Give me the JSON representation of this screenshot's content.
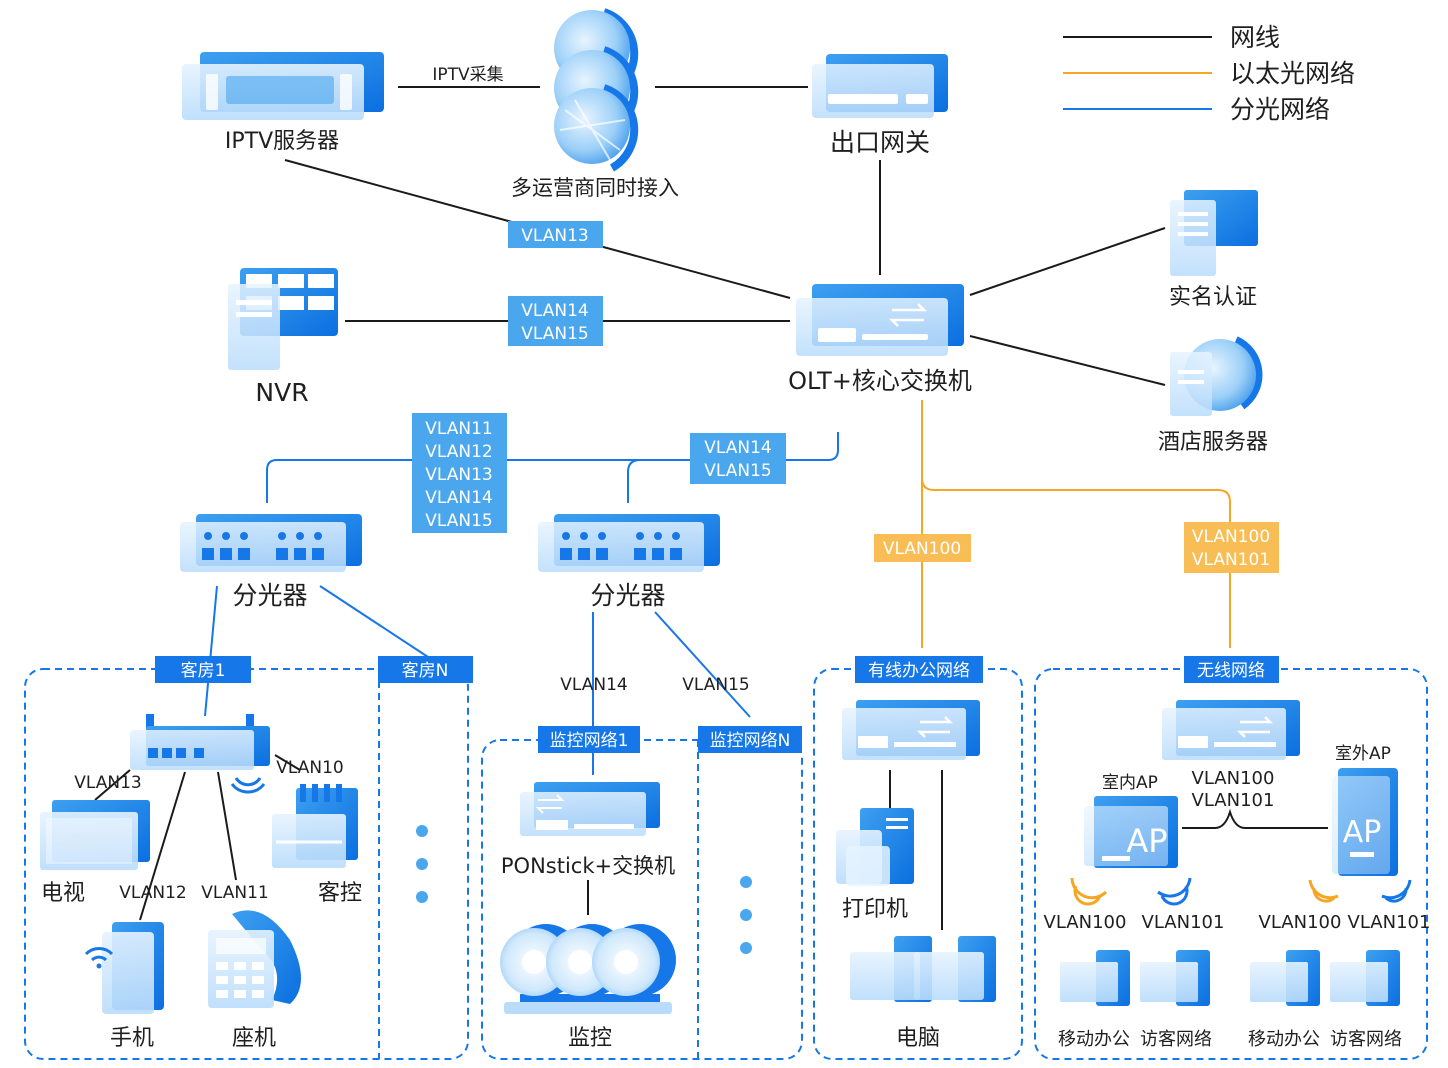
{
  "legend": {
    "items": [
      {
        "label": "网线",
        "color": "#1a1a1a"
      },
      {
        "label": "以太光网络",
        "color": "#f5a623"
      },
      {
        "label": "分光网络",
        "color": "#1677e8"
      }
    ]
  },
  "colors": {
    "blue": "#1677e8",
    "light_blue": "#4aa7ee",
    "orange": "#f5a623",
    "black": "#1a1a1a"
  },
  "nodes": {
    "iptv_server": "IPTV服务器",
    "iptv_collect": "IPTV采集",
    "isp": "多运营商同时接入",
    "gateway": "出口网关",
    "nvr": "NVR",
    "core": "OLT+核心交换机",
    "realname": "实名认证",
    "hotel_server": "酒店服务器",
    "splitter1": "分光器",
    "splitter2": "分光器",
    "tv": "电视",
    "room_ctrl": "客控",
    "phone": "手机",
    "landline": "座机",
    "ponstick": "PONstick+交换机",
    "camera": "监控",
    "printer": "打印机",
    "pc": "电脑",
    "ap_indoor": "室内AP",
    "ap_outdoor": "室外AP",
    "ap_text": "AP",
    "mobile_office_1": "移动办公",
    "guest_net_1": "访客网络",
    "mobile_office_2": "移动办公",
    "guest_net_2": "访客网络"
  },
  "vlan_tags": {
    "vlan13": "VLAN13",
    "vlan14_15_nvr": [
      "VLAN14",
      "VLAN15"
    ],
    "vlan_split1": [
      "VLAN11",
      "VLAN12",
      "VLAN13",
      "VLAN14",
      "VLAN15"
    ],
    "vlan_split2": [
      "VLAN14",
      "VLAN15"
    ],
    "vlan100": "VLAN100",
    "vlan100_101": [
      "VLAN100",
      "VLAN101"
    ]
  },
  "zones": {
    "room1": "客房1",
    "roomN": "客房N",
    "monitor1": "监控网络1",
    "monitorN": "监控网络N",
    "wired_office": "有线办公网络",
    "wireless": "无线网络"
  },
  "line_labels": {
    "vlan13": "VLAN13",
    "vlan10": "VLAN10",
    "vlan12": "VLAN12",
    "vlan11": "VLAN11",
    "vlan14": "VLAN14",
    "vlan15": "VLAN15",
    "ap_vlans": [
      "VLAN100",
      "VLAN101"
    ],
    "ap_in_left": "VLAN100",
    "ap_in_right": "VLAN101",
    "ap_out_left": "VLAN100",
    "ap_out_right": "VLAN101"
  }
}
